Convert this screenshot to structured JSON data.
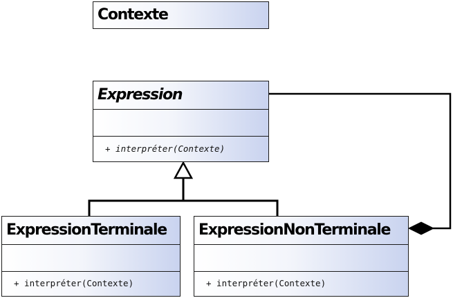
{
  "classes": {
    "contexte": {
      "name": "Contexte"
    },
    "expression": {
      "name": "Expression",
      "operation": "+ interpréter(Contexte)"
    },
    "terminale": {
      "name": "ExpressionTerminale",
      "operation": "+ interpréter(Contexte)"
    },
    "nonterminale": {
      "name": "ExpressionNonTerminale",
      "operation": "+ interpréter(Contexte)"
    }
  },
  "colors": {
    "border": "#1a1a1a",
    "fill_start": "#ffffff",
    "fill_end": "#c9d3ef",
    "line": "#000000"
  }
}
